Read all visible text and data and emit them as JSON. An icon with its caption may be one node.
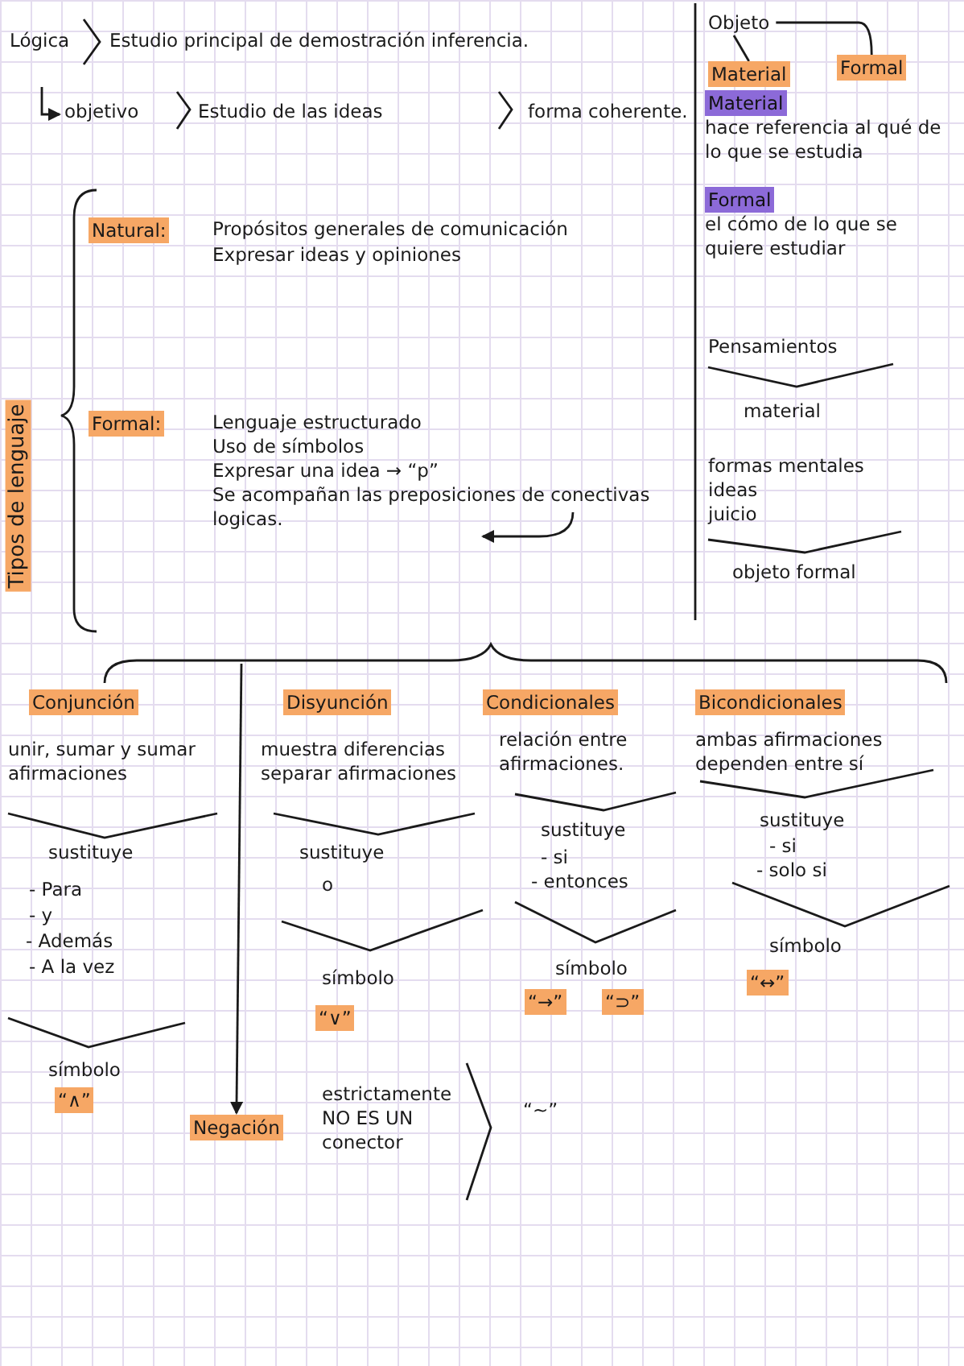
{
  "diagram": {
    "nodes": [
      {
        "text": [
          "Objeto"
        ]
      },
      {
        "text": [
          "Material"
        ]
      },
      {
        "text": [
          "Formal"
        ]
      },
      {
        "text": [
          "Material"
        ]
      },
      {
        "text": [
          "Formal"
        ]
      },
      {
        "text": [
          "Tipos de lenguaje"
        ]
      },
      {
        "text": [
          "Natural:"
        ]
      },
      {
        "text": [
          "Formal:"
        ]
      },
      {
        "text": [
          "Conjunción"
        ]
      },
      {
        "text": [
          "Disyunción"
        ]
      },
      {
        "text": [
          "Condicionales"
        ]
      },
      {
        "text": [
          "Bicondicionales"
        ]
      },
      {
        "text": [
          "“↔”"
        ]
      },
      {
        "text": [
          "“→”"
        ]
      },
      {
        "text": [
          "“⊃”"
        ]
      },
      {
        "text": [
          "“∨”"
        ]
      },
      {
        "text": [
          "“∧”"
        ]
      },
      {
        "text": [
          "Negación"
        ]
      }
    ],
    "edges": [
      {
        "from": 0,
        "to": 1,
        "arrow": "none"
      },
      {
        "from": 0,
        "to": 2,
        "arrow": "none"
      },
      {
        "from": null,
        "to": 17,
        "arrow": "to"
      }
    ],
    "labels": [
      "Lógica",
      "Estudio principal de demostración inferencia.",
      "objetivo",
      "Estudio de las ideas",
      "forma coherente.",
      "hace referencia al qué de lo que se estudia",
      "el cómo de lo que se quiere estudiar",
      "Pensamientos",
      "material",
      "formas mentales",
      "ideas",
      "juicio",
      "objeto formal",
      "Propósitos generales de comunicación",
      "Expresar ideas y opiniones",
      "Lenguaje estructurado",
      "Uso de símbolos",
      "Expresar una idea → “p”",
      "Se acompañan las preposiciones de conectivas logicas.",
      "unir, sumar y sumar afirmaciones",
      "sustituye",
      "- Para",
      "- y",
      "- Además",
      "- A la vez",
      "símbolo",
      "muestra diferencias separar afirmaciones",
      "sustituye",
      "o",
      "símbolo",
      "relación entre afirmaciones.",
      "sustituye",
      "- si",
      "- entonces",
      "símbolo",
      "ambas afirmaciones dependen entre sí",
      "sustituye",
      "- si",
      "- solo si",
      "símbolo",
      "estrictamente NO ES UN conector",
      "“~”"
    ]
  }
}
